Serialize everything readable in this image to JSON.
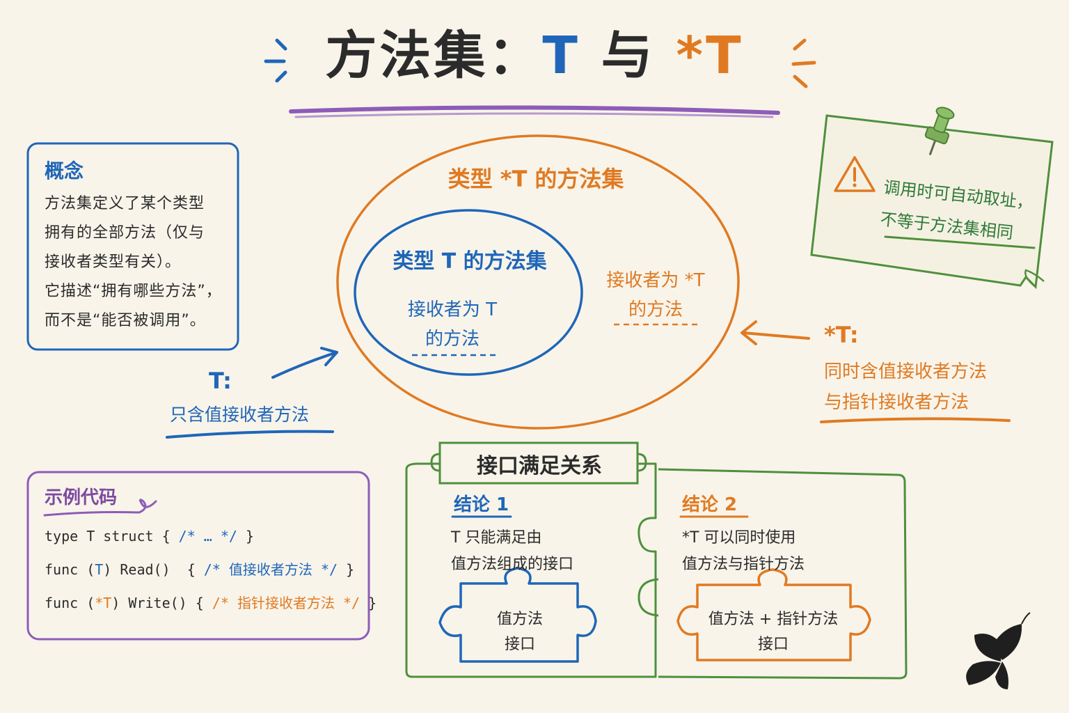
{
  "title": {
    "main": "方法集：",
    "t": "T",
    "yu": " 与 ",
    "pt": "*T"
  },
  "concept": {
    "heading": "概念",
    "lines": [
      "方法集定义了某个类型",
      "拥有的全部方法（仅与",
      "接收者类型有关）。",
      "它描述“拥有哪些方法”，",
      "而不是“能否被调用”。"
    ]
  },
  "outer_set": {
    "title": "类型 *T 的方法集",
    "desc": [
      "接收者为 *T",
      "的方法"
    ]
  },
  "inner_set": {
    "title": "类型 T 的方法集",
    "desc": [
      "接收者为 T",
      "的方法"
    ]
  },
  "note": {
    "lines": [
      "调用时可自动取址，",
      "不等于方法集相同"
    ]
  },
  "t_label": {
    "head": "T:",
    "body": "只含值接收者方法"
  },
  "pt_label": {
    "head": "*T:",
    "lines": [
      "同时含值接收者方法",
      "与指针接收者方法"
    ]
  },
  "example": {
    "heading": "示例代码",
    "lines": [
      [
        {
          "text": "type T struct { ",
          "c": "plain"
        },
        {
          "text": "/* … */",
          "c": "blue"
        },
        {
          "text": " }",
          "c": "plain"
        }
      ],
      [
        {
          "text": "func (",
          "c": "plain"
        },
        {
          "text": "T",
          "c": "blue"
        },
        {
          "text": ") Read()  { ",
          "c": "plain"
        },
        {
          "text": "/* 值接收者方法 */",
          "c": "blue"
        },
        {
          "text": " }",
          "c": "plain"
        }
      ],
      [
        {
          "text": "func (",
          "c": "plain"
        },
        {
          "text": "*T",
          "c": "orange"
        },
        {
          "text": ") Write() { ",
          "c": "plain"
        },
        {
          "text": "/* 指针接收者方法 */",
          "c": "orange"
        },
        {
          "text": " }",
          "c": "plain"
        }
      ]
    ]
  },
  "interface": {
    "title": "接口满足关系",
    "left": {
      "heading": "结论 1",
      "lines": [
        "T 只能满足由",
        "值方法组成的接口"
      ],
      "piece": [
        "值方法",
        "接口"
      ]
    },
    "right": {
      "heading": "结论 2",
      "lines": [
        "*T 可以同时使用",
        "值方法与指针方法"
      ],
      "piece": [
        "值方法 + 指针方法",
        "接口"
      ]
    }
  },
  "colors": {
    "blue": "#1f66b8",
    "orange": "#e07a22",
    "green": "#4f8f3c",
    "purple": "#8d5cb8",
    "paper": "#f8f4ea"
  },
  "icons": [
    "warning-icon",
    "pushpin-icon",
    "butterfly-logo-icon",
    "arrow-icon"
  ]
}
